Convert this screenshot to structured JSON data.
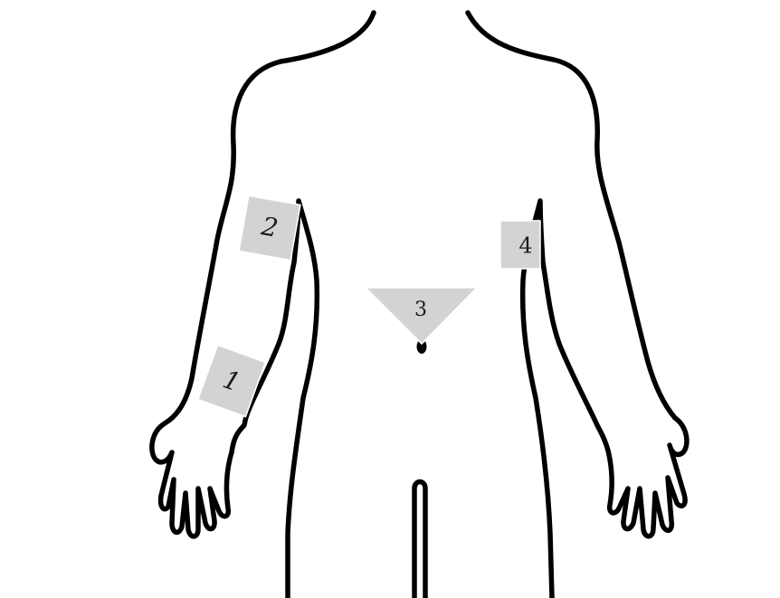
{
  "markers": [
    {
      "label": "1"
    },
    {
      "label": "2"
    },
    {
      "label": "3"
    },
    {
      "label": "4"
    }
  ],
  "colors": {
    "outline": "#000000",
    "marker_fill": "#d3d3d3",
    "background": "#ffffff"
  }
}
